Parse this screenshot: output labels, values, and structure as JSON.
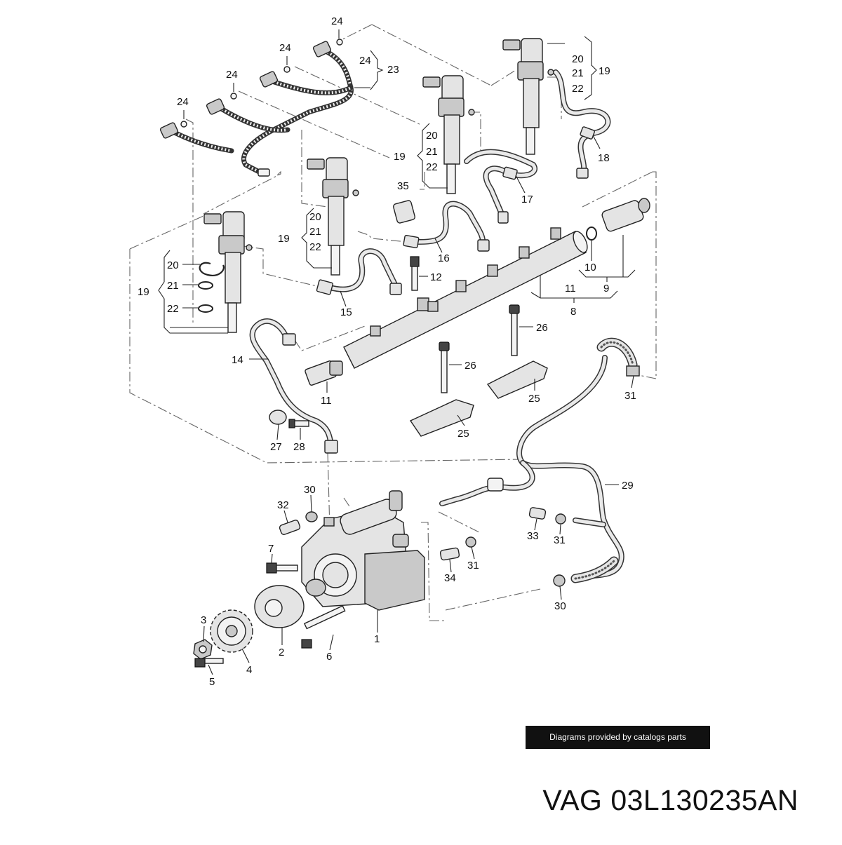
{
  "labels": {
    "l1": "1",
    "l2": "2",
    "l3": "3",
    "l4": "4",
    "l5": "5",
    "l6": "6",
    "l7": "7",
    "l8": "8",
    "l9": "9",
    "l10": "10",
    "l11a": "11",
    "l11b": "11",
    "l12": "12",
    "l14": "14",
    "l15": "15",
    "l16": "16",
    "l17": "17",
    "l18": "18",
    "l19a": "19",
    "l19b": "19",
    "l19c": "19",
    "l19d": "19",
    "l20a": "20",
    "l20b": "20",
    "l20c": "20",
    "l20d": "20",
    "l21a": "21",
    "l21b": "21",
    "l21c": "21",
    "l21d": "21",
    "l22a": "22",
    "l22b": "22",
    "l22c": "22",
    "l22d": "22",
    "l23": "23",
    "l24a": "24",
    "l24b": "24",
    "l24c": "24",
    "l24d": "24",
    "l24e": "24",
    "l25a": "25",
    "l25b": "25",
    "l26a": "26",
    "l26b": "26",
    "l27": "27",
    "l28": "28",
    "l29": "29",
    "l30a": "30",
    "l30b": "30",
    "l31a": "31",
    "l31b": "31",
    "l31c": "31",
    "l32": "32",
    "l33": "33",
    "l34": "34",
    "l35": "35"
  },
  "footer": {
    "banner_text": "Diagrams provided by catalogs parts",
    "part_number": "VAG 03L130235AN"
  }
}
